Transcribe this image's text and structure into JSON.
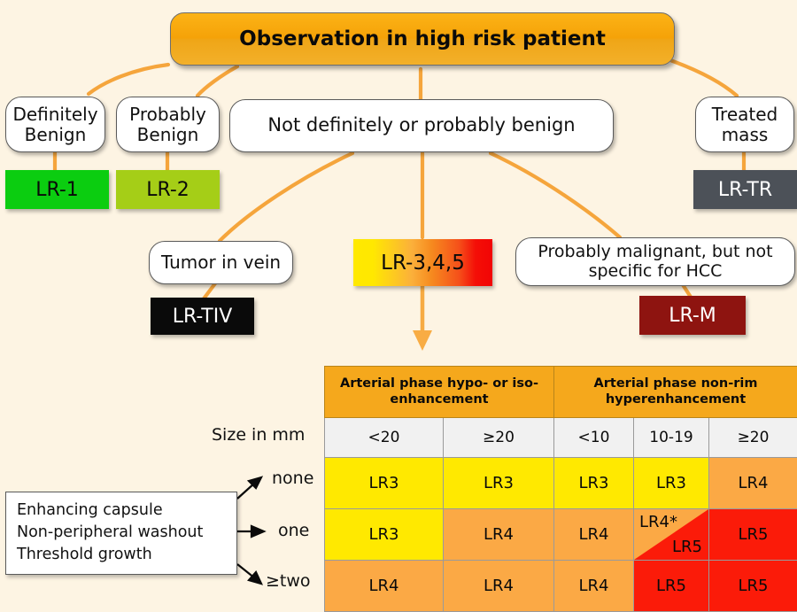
{
  "title": "Observation in high risk patient",
  "level2": [
    {
      "label": "Definitely\nBenign",
      "name": "definitely-benign"
    },
    {
      "label": "Probably\nBenign",
      "name": "probably-benign"
    },
    {
      "label": "Not definitely or probably benign",
      "name": "not-benign"
    },
    {
      "label": "Treated\nmass",
      "name": "treated-mass"
    }
  ],
  "categories": [
    {
      "code": "LR-1",
      "color": "#0bcd10",
      "text": "#0a0a0a"
    },
    {
      "code": "LR-2",
      "color": "#a5ce17",
      "text": "#0a0a0a"
    },
    {
      "code": "LR-TR",
      "color": "#4c5158",
      "text": "#ffffff"
    },
    {
      "code": "LR-TIV",
      "color": "#0a0a0a",
      "text": "#ffffff"
    },
    {
      "code": "LR-M",
      "color": "#8e1410",
      "text": "#ffffff"
    },
    {
      "code": "LR-3,4,5",
      "color": "gradient",
      "text": "#0a0a0a"
    }
  ],
  "level3": [
    {
      "label": "Tumor in vein",
      "name": "tumor-in-vein"
    },
    {
      "label": "Probably malignant, but not\nspecific for HCC",
      "name": "probably-malignant"
    }
  ],
  "features": {
    "items": [
      "Enhancing capsule",
      "Non-peripheral washout",
      "Threshold growth"
    ]
  },
  "size_label": "Size in mm",
  "row_labels": [
    "none",
    "one",
    "≥two"
  ],
  "chart_data": {
    "type": "table",
    "title": "LI-RADS diagnostic table",
    "group_headers": [
      {
        "label": "Arterial phase hypo- or iso- enhancement",
        "colspan": 2
      },
      {
        "label": "Arterial phase non-rim hyperenhancement",
        "colspan": 3
      }
    ],
    "columns": [
      "<20",
      "≥20",
      "<10",
      "10-19",
      "≥20"
    ],
    "row_header_label": "Size in mm",
    "rows": [
      {
        "label": "none",
        "cells": [
          {
            "value": "LR3",
            "color": "#ffe900"
          },
          {
            "value": "LR3",
            "color": "#ffe900"
          },
          {
            "value": "LR3",
            "color": "#ffe900"
          },
          {
            "value": "LR3",
            "color": "#ffe900"
          },
          {
            "value": "LR4",
            "color": "#fba945"
          }
        ]
      },
      {
        "label": "one",
        "cells": [
          {
            "value": "LR3",
            "color": "#ffe900"
          },
          {
            "value": "LR4",
            "color": "#fba945"
          },
          {
            "value": "LR4",
            "color": "#fba945"
          },
          {
            "value": "LR4*/LR5",
            "split": true,
            "value_upper": "LR4*",
            "value_lower": "LR5",
            "color_upper": "#fba945",
            "color_lower": "#fb1b09"
          },
          {
            "value": "LR5",
            "color": "#fb1b09"
          }
        ]
      },
      {
        "label": "≥two",
        "cells": [
          {
            "value": "LR4",
            "color": "#fba945"
          },
          {
            "value": "LR4",
            "color": "#fba945"
          },
          {
            "value": "LR4",
            "color": "#fba945"
          },
          {
            "value": "LR5",
            "color": "#fb1b09"
          },
          {
            "value": "LR5",
            "color": "#fb1b09"
          }
        ]
      }
    ]
  },
  "colors": {
    "background": "#fdf4e3",
    "connector": "#f5a53c",
    "header": "#f5a81c"
  }
}
